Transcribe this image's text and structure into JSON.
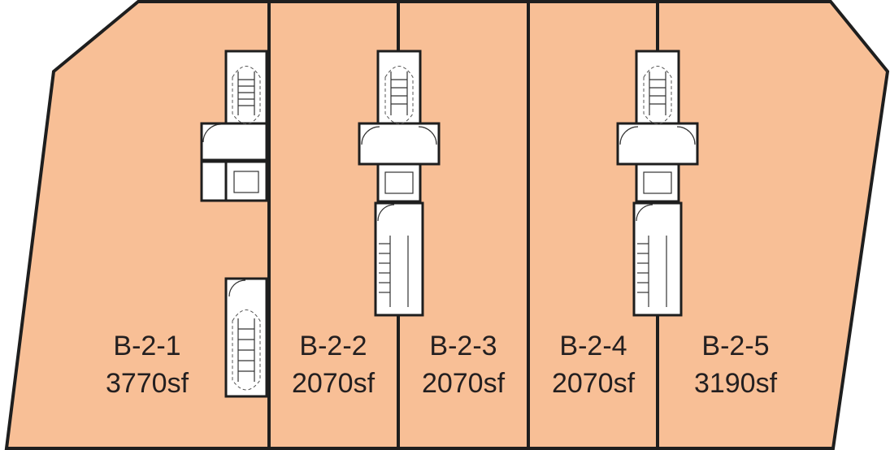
{
  "units": [
    {
      "id": "B-2-1",
      "area": "3770sf"
    },
    {
      "id": "B-2-2",
      "area": "2070sf"
    },
    {
      "id": "B-2-3",
      "area": "2070sf"
    },
    {
      "id": "B-2-4",
      "area": "2070sf"
    },
    {
      "id": "B-2-5",
      "area": "3190sf"
    }
  ],
  "colors": {
    "unit_fill": "#f8bf96",
    "wall": "#1e1e1e",
    "core": "#ffffff"
  }
}
